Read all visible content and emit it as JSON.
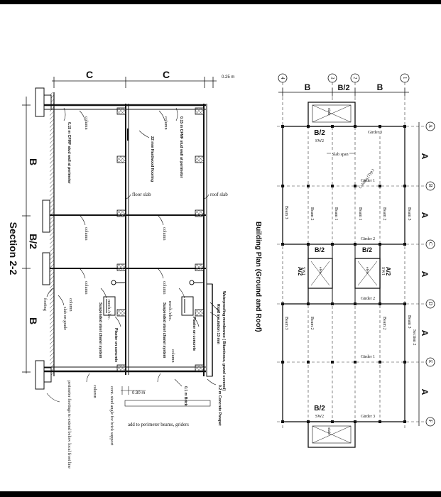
{
  "drawing": {
    "section": {
      "title": "Section 2-2",
      "dim_c_left": "C",
      "dim_c_right": "C",
      "dim_parapet_top": "0.25 m",
      "dim_b_top": "B",
      "dim_b2": "B/2",
      "dim_b_bottom": "B",
      "column": "column",
      "cfmf_left": "0.15 m CFMF stud wall at perimeter",
      "cfmf_right": "0.15 m CFMF stud wall at perimeter",
      "hardwood": "22 mm Hardwood flooring",
      "floor_slab": "floor slab",
      "roof_slab": "roof slab",
      "footing": "footing",
      "slab_on_grade": "slab on grade",
      "suspended_left": "Suspended steel chanel system",
      "suspended_right": "Suspended steel chanel system",
      "plaster_left": "Plaster on concrete",
      "plaster_right": "Plaster on concrete",
      "mech_left": "mech./elec.",
      "mech_right": "mech./elec.",
      "waterproof": "Waterproofing membrance ( Bituminous, gravel covered)",
      "rigid": "Rigid insulation 13 mm",
      "dim_030": "0.30 m",
      "brick": "0.1 m Brick",
      "parapet": "0.2 m Concrete Parapet",
      "angle": "cont. steel angle for brick support",
      "perimeter_footings": "perimeter footings to extend below local frost line",
      "add_perimeter": "add to perimeter beams, griders"
    },
    "plan": {
      "title": "Building Plan (Ground and Roof)",
      "grid_numbers": [
        "4",
        "3",
        "2",
        "1"
      ],
      "grid_letters": [
        "A",
        "B",
        "C",
        "D",
        "E",
        "F"
      ],
      "dim_b_left": "B",
      "dim_b2_mid": "B/2",
      "dim_b_right": "B",
      "row_dims": [
        "A",
        "A",
        "A",
        "A",
        "A"
      ],
      "stair": "stair",
      "b2_label": "B/2",
      "a2_label": "A/2",
      "sw1": "SW1",
      "sw2": "SW2",
      "elev": "elev.",
      "girder1": "Girder 1",
      "girder2": "Girder 2",
      "girder3": "Girder 3",
      "beam1": "Beam 1",
      "beam2": "Beam 2",
      "beam3": "Beam 3",
      "slab_span": "Slab span",
      "column_typ": "Column (Typ.)",
      "section_mark": "Section 2"
    }
  }
}
